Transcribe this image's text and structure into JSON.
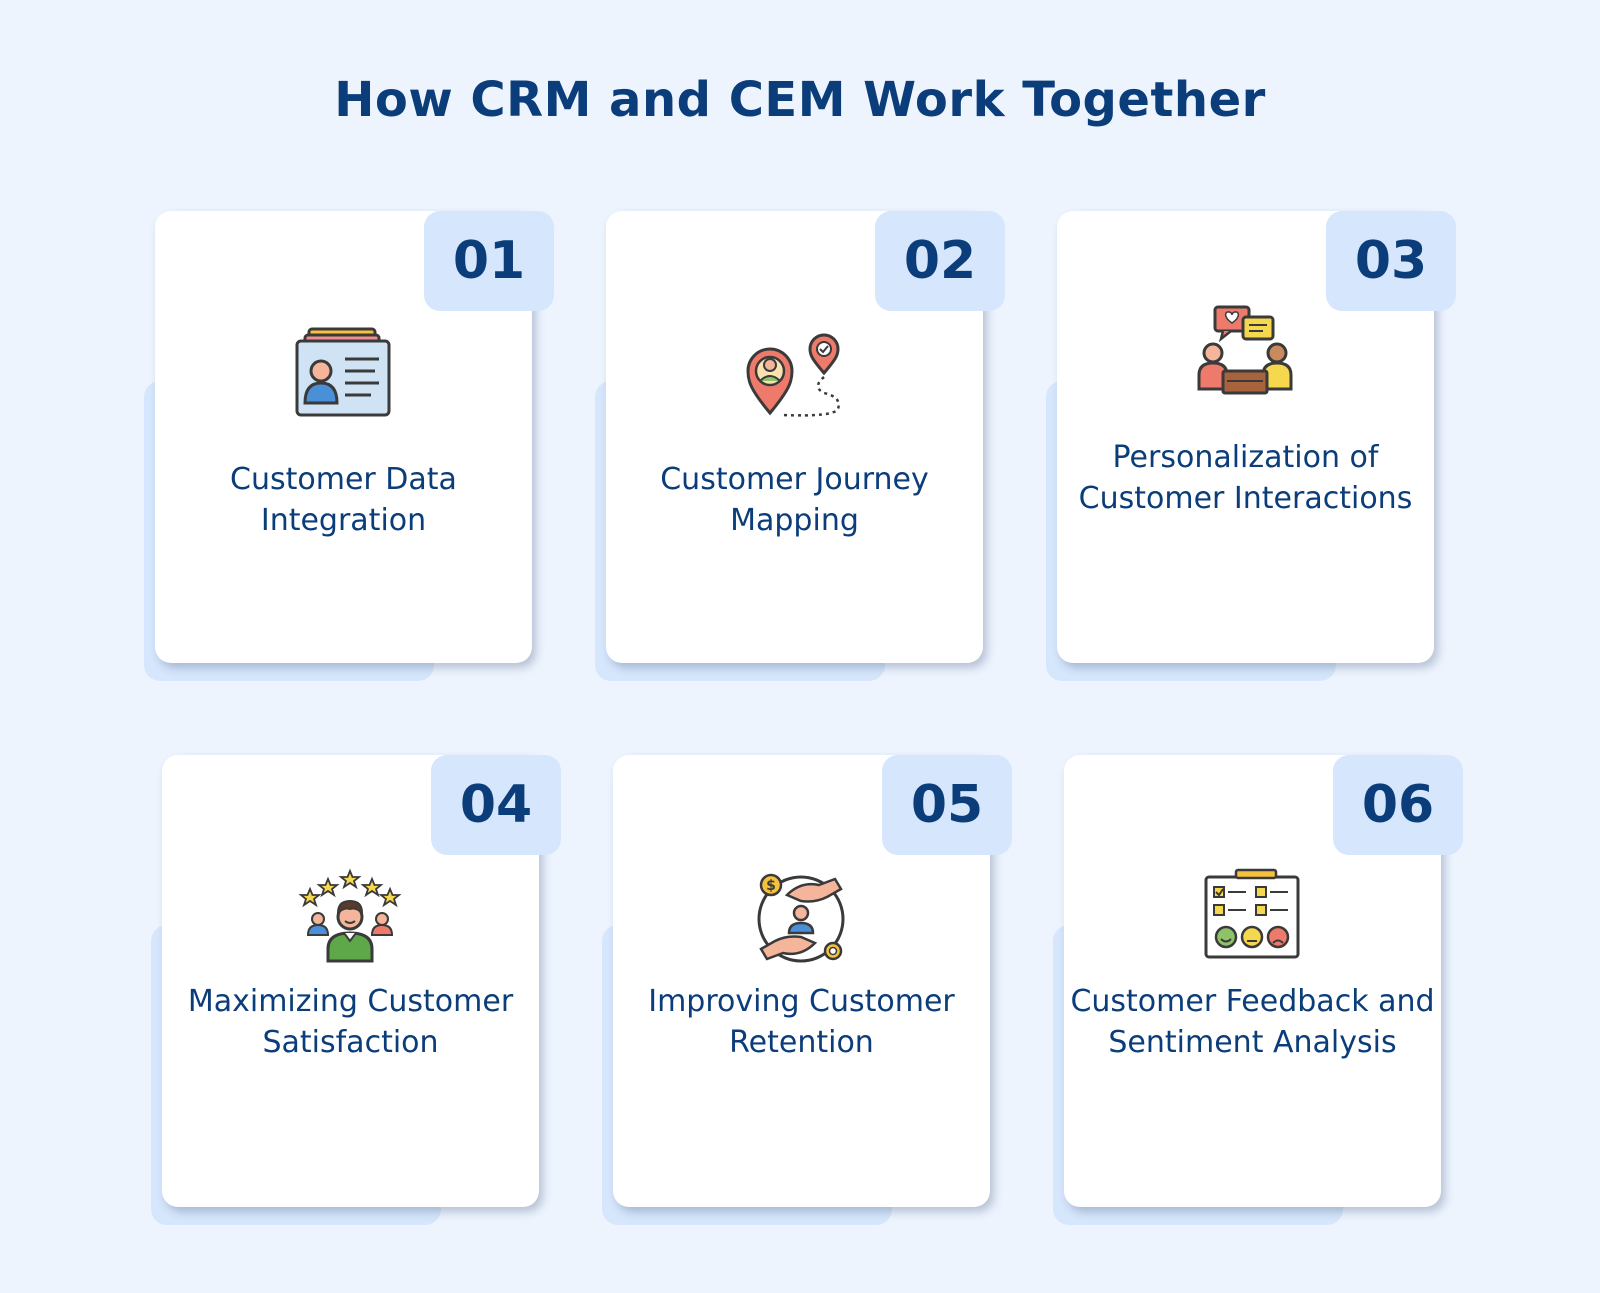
{
  "title": "How CRM and CEM Work Together",
  "cards": [
    {
      "number": "01",
      "label": "Customer Data Integration",
      "icon": "id-card-icon"
    },
    {
      "number": "02",
      "label": "Customer Journey Mapping",
      "icon": "journey-map-pin-icon"
    },
    {
      "number": "03",
      "label": "Personalization of Customer Interactions",
      "icon": "conversation-icon"
    },
    {
      "number": "04",
      "label": "Maximizing Customer Satisfaction",
      "icon": "customer-stars-icon"
    },
    {
      "number": "05",
      "label": "Improving Customer Retention",
      "icon": "retention-hands-icon"
    },
    {
      "number": "06",
      "label": "Customer Feedback and Sentiment Analysis",
      "icon": "feedback-survey-icon"
    }
  ],
  "colors": {
    "background": "#edf4fe",
    "card": "#ffffff",
    "badge": "#d6e6fc",
    "text": "#0b3d7a"
  }
}
